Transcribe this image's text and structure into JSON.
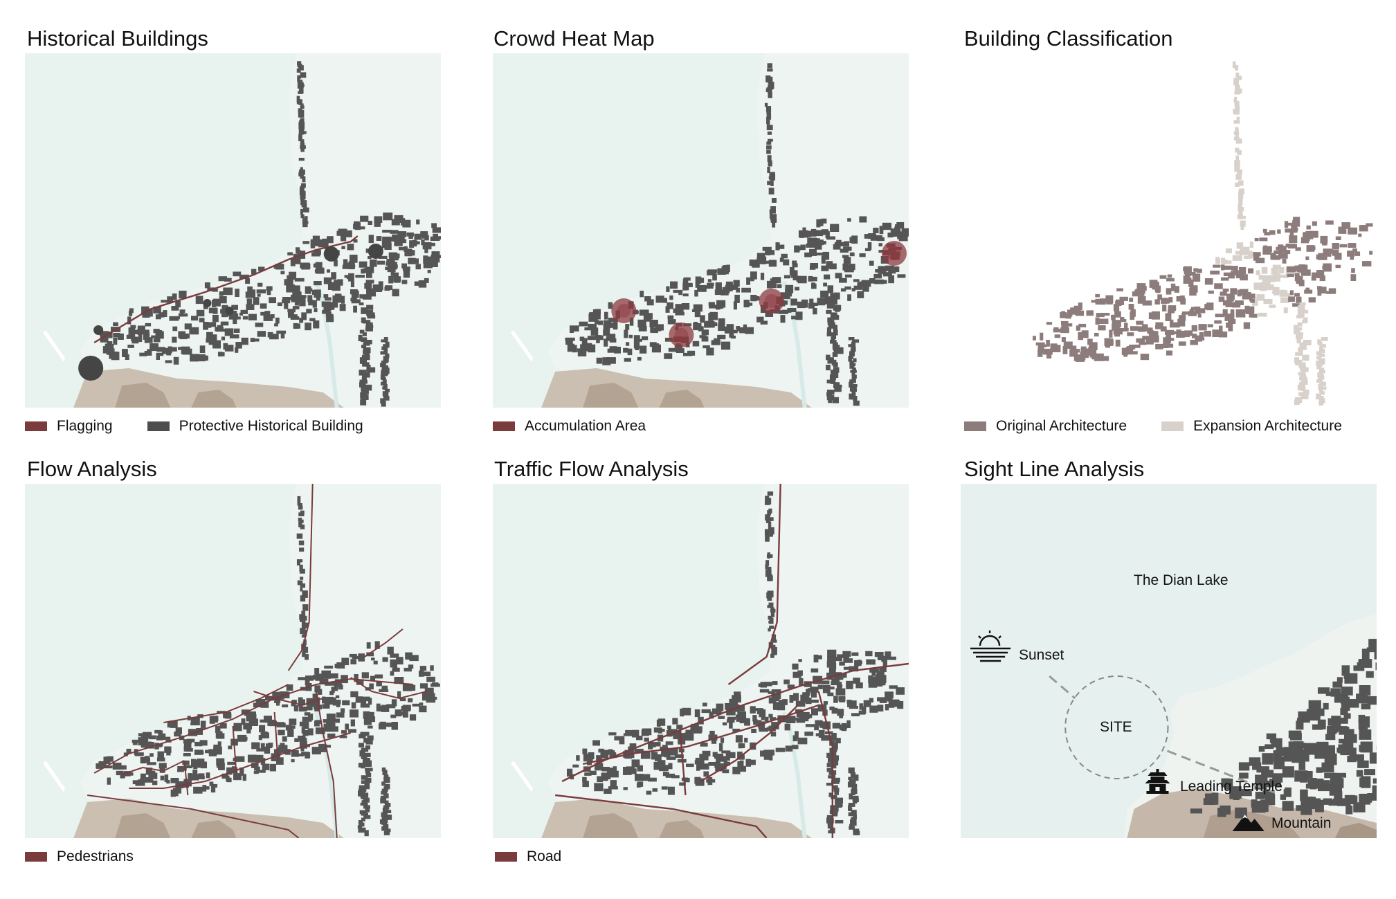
{
  "colors": {
    "water": "#e3efec",
    "land": "#eef4f1",
    "building": "#555555",
    "route": "#7a3b3d",
    "heat": "#8c3a3f",
    "mountain": "#b2a394",
    "original": "#8c7c7c",
    "expansion": "#d8d1cb"
  },
  "panels": [
    {
      "title": "Historical Buildings",
      "legend": [
        {
          "label": "Flagging",
          "color": "#7a3b3d"
        },
        {
          "label": "Protective Historical Building",
          "color": "#4d4d4d"
        }
      ]
    },
    {
      "title": "Crowd Heat Map",
      "legend": [
        {
          "label": "Accumulation Area",
          "color": "#7a3b3d"
        }
      ]
    },
    {
      "title": "Building Classification",
      "legend": [
        {
          "label": "Original Architecture",
          "color": "#8c7c7c"
        },
        {
          "label": "Expansion Architecture",
          "color": "#d8d1cb"
        }
      ]
    },
    {
      "title": "Flow Analysis",
      "legend": [
        {
          "label": "Pedestrians",
          "color": "#7a3b3d"
        }
      ]
    },
    {
      "title": "Traffic Flow Analysis",
      "legend": [
        {
          "label": "Road",
          "color": "#7a3b3d"
        }
      ]
    },
    {
      "title": "Sight Line Analysis",
      "labels": {
        "lake": "The Dian Lake",
        "sunset": "Sunset",
        "site": "SITE",
        "temple": "Leading Temple",
        "mountain": "Mountain"
      },
      "icons": [
        "sunset-icon",
        "temple-icon",
        "mountain-icon"
      ]
    }
  ]
}
